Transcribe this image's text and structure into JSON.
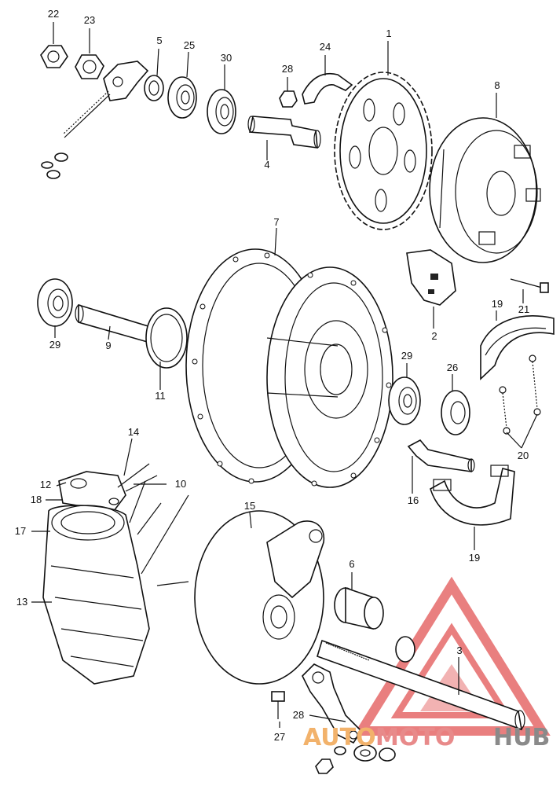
{
  "diagram": {
    "part_labels": [
      "1",
      "2",
      "3",
      "4",
      "5",
      "6",
      "7",
      "8",
      "9",
      "10",
      "11",
      "12",
      "13",
      "14",
      "15",
      "16",
      "17",
      "18",
      "19",
      "19",
      "20",
      "21",
      "22",
      "23",
      "24",
      "25",
      "26",
      "27",
      "28",
      "28",
      "29",
      "29",
      "30"
    ]
  },
  "watermark": {
    "brand_auto": "AUTO",
    "brand_moto": "MOTO",
    "brand_hub": "HUB",
    "colors": {
      "auto": "#f2b26b",
      "moto": "#e88a8a",
      "hub": "#8a8a8a",
      "logo": "#e25555"
    }
  }
}
